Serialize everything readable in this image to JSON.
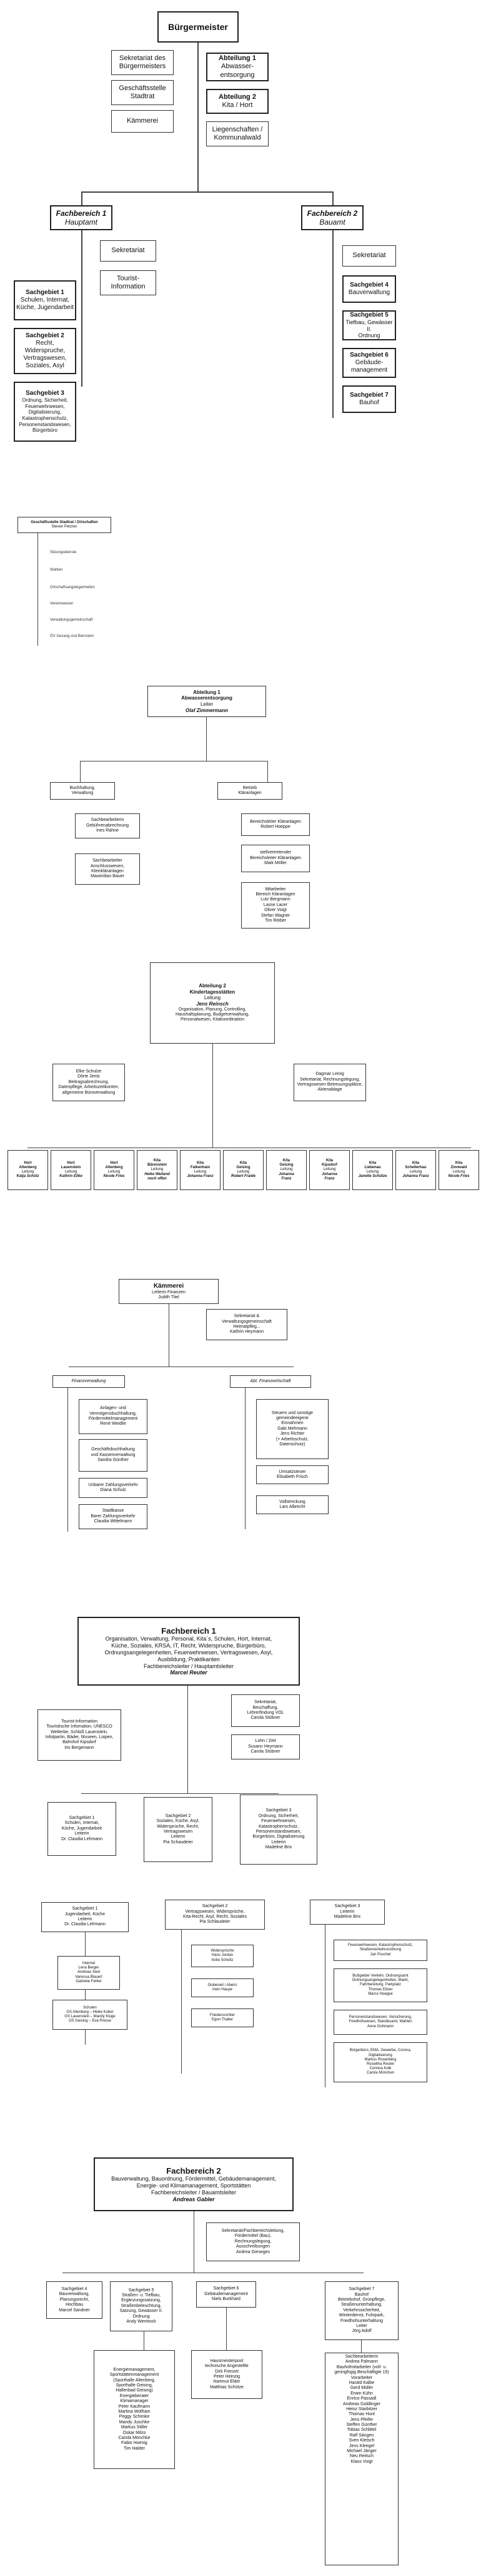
{
  "top": {
    "buergermeister": "Bürgermeister",
    "sekretariat": "Sekretariat des Bürgermeisters",
    "geschaeftsstelle": "Geschäftsstelle Stadtrat",
    "kaemmerei": "Kämmerei",
    "abt1_title": "Abteilung 1",
    "abt1_sub": "Abwasser-\nentsorgung",
    "abt2_title": "Abteilung 2",
    "abt2_sub": "Kita / Hort",
    "liegenschaften": "Liegenschaften / Kommunalwald",
    "fb1_title": "Fachbereich 1",
    "fb1_sub": "Hauptamt",
    "fb2_title": "Fachbereich 2",
    "fb2_sub": "Bauamt",
    "fb1_sekretariat": "Sekretariat",
    "fb1_touristinfo": "Tourist-\nInformation",
    "sg1_title": "Sachgebiet 1",
    "sg1_sub": "Schulen, Internat,\nKüche, Jugendarbeit",
    "sg2_title": "Sachgebiet 2",
    "sg2_sub": "Recht,\nWiderspruche,\nVertragswesen,\nSoziales, Asyl",
    "sg3_title": "Sachgebiet 3",
    "sg3_sub": "Ordnung, Sicherheit,\nFeuerwehrwesen,\nDigitalisierung,\nKatastrophenschutz,\nPersonenstandswesen,\nBürgerbüro",
    "fb2_sekretariat": "Sekretariat",
    "sg4_title": "Sachgebiet 4",
    "sg4_sub": "Bauverwaltung",
    "sg5_title": "Sachgebiet 5",
    "sg5_sub": "Tiefbau, Gewässer II.\nOrdnung",
    "sg6_title": "Sachgebiet 6",
    "sg6_sub": "Gebäude-\nmanagement",
    "sg7_title": "Sachgebiet 7",
    "sg7_sub": "Bauhof"
  },
  "council": {
    "box_title": "Geschäftsstelle Stadtrat / Ortschaften",
    "box_name": "Steven Petzner",
    "items": [
      "Sitzungsdienste",
      "Wahlen",
      "Ortschaftsangelegenheiten",
      "Vereinswesen",
      "Verwaltungsgemeinschaft",
      "ÖV Gesang und Bernstein"
    ]
  },
  "abt1": {
    "title": "Abteilung 1\nAbwasserentsorgung",
    "leader_label": "Leiter",
    "leader": "Olaf Zimmermann",
    "left_title": "Buchhaltung,\nVerwaltung",
    "left_1": "Sachbearbeiterin\nGebührenabrechnung\nInes Rahne",
    "left_2": "Sachbearbeiter\nAnschlusswesen,\nKleinkläranlagen\nMaximilian Bauer",
    "right_title": "Betrieb\nKläranlagen",
    "right_1": "Bereichsleiter Kläranlagen\nRobert Hoeppe",
    "right_2": "stellvertretender\nBereichsleiter Kläranlagen\nMaik Möller",
    "right_3": "Mitarbeiter\nBereich Kläranlagen\nLutz Bergmann\nLasse Lacer\nOliver Voigt\nStefan Wagner\nTim Reiber"
  },
  "abt2": {
    "title": "Abteilung 2\nKindertagesstätten",
    "leader_label": "Leitung",
    "leader": "Jens Reinsch",
    "tasks": "Organisation, Planung, Controlling,\nHaushaltsplanung, Budgetverwaltung,\nPersonalwesen, Kitakoordination",
    "left_box": "Elke Schulze\nDörte Jentz\nBeitragsabrechnung,\nDatenpflege, Arbeitszeitkonten,\nallgemeine Büroverwaltung",
    "right_box": "Dagmar Leinig\nSekretariat, Rechnungslegung,\nVertragswesen Betreuungsplätze,\nAktenablage",
    "units": [
      {
        "name": "Hort\nAltenberg",
        "role": "Leitung",
        "person": "Katja Schütz"
      },
      {
        "name": "Hort\nLauenstein",
        "role": "Leitung",
        "person": "Kathrin Eilke"
      },
      {
        "name": "Hort\nAltenberg",
        "role": "Leitung",
        "person": "Nicole Fries"
      },
      {
        "name": "Kita\nBärenstein",
        "role": "Leitung",
        "person": "Heike Weiland\nnoch offen"
      },
      {
        "name": "Kita\nFalkenhain",
        "role": "Leitung",
        "person": "Johanna Franz"
      },
      {
        "name": "Kita\nGeising",
        "role": "Leitung",
        "person": "Robert Fraide"
      },
      {
        "name": "Kita\nGeising",
        "role": "Leitung",
        "person": "Johanna\nFranz"
      },
      {
        "name": "Kita\nKipsdorf",
        "role": "Leitung",
        "person": "Johanna\nFranz"
      },
      {
        "name": "Kita\nLiebenau",
        "role": "Leitung",
        "person": "Janette Schütze"
      },
      {
        "name": "Kita\nSchellerhau",
        "role": "Leitung",
        "person": "Johanna Franz"
      },
      {
        "name": "Kita\nZinnwald",
        "role": "Leitung",
        "person": "Nicole Fries"
      }
    ]
  },
  "kaem": {
    "title": "Kämmerei",
    "leader": "Leiterin Finanzen\nJudith Titel",
    "sek": "Sekretariat &\nVerwaltungsgemeinschaft\nHeimatpfleg...\nKathrin Heymann",
    "left_title": "Finanzverwaltung",
    "left_items": [
      "Anlagen- und\nVermögensbuchhaltung,\nFördermittelmanagement\nRené Weidlie",
      "Geschäftsbuchhaltung\nund Kassenverwaltung\nSandra Günther",
      "Unbarer Zahlungsverkehr\nDiana Schulz",
      "Stadtkasse\nBarer Zahlungsverkehr\nClaudia Wittelmann"
    ],
    "right_title": "Abt. Finanzwirtschaft",
    "right_items": [
      "Steuern und sonstige\ngemeindeeigene\nEinnahmen\nGabi Mehmann\nJens Richter\n(+ Arbeitsschutz,\nDatenschutz)",
      "Umsatzsteuer\nElisabeth Frisch",
      "Vollstreckung\nLars Albrecht"
    ]
  },
  "fb1": {
    "title": "Fachbereich 1",
    "desc": "Organisation, Verwaltung, Personal, Kita´s, Schulen, Hort, Internat,\nKüche, Soziales, KRSA, IT, Recht, Widerspruche, Bürgerbüro,\nOrdnungsangelegenheiten, Feuerwehrwesen, Vertragswesen, Asyl,\nAusbildung, Praktikanten",
    "leader_label": "Fachbereichsleiter / Hauptamtsleiter",
    "leader": "Marcel Reuter",
    "tourist": "Tourist-Information\nTouristische Infomation, UNESCO\nWelterbe, Schloß Lauenstein,\nInfotpartin, Bäder, Museen, Loipen,\nBahnhof Kipsdorf\nIris Bergemann",
    "sek_box": "Sekretariat,\nBeschaffung,\nLehrerfindung VOL\nCarola Stübner",
    "lohn_box": "Lohn / Zeit\nSusann Heymann\nCarola Stübner",
    "sg1": "Sachgebiet 1\nSchulen, Internat,\nKüche, Jugendarbeit\nLeiterin\nDr. Claudia Lehmann",
    "sg2": "Sachgebiet 2\nSoziales, Küche, Asyl,\nWidersprüche, Recht,\nVertragswesen\nLeiterin\nPia Schaudeier",
    "sg3": "Sachgebiet 3\nOrdnung, Sicherheit,\nFeuerwehrwesen,\nKatastrophenschutz,\nPersonenstandswesen,\nBürgerbüro, Digitalisierung\nLeiterin\nMadeline Brix"
  },
  "sg_detail": {
    "sg1_head": "Sachgebiet 1\nJugendarbeit, Küche\nLeiterin\nDr. Claudia Lehmann",
    "sg1_a": "Internat\nLena Berger\nAndreas Seel\nVanessa Blauert\nGabriele Fehler",
    "sg1_b": "Schulen\nGS Altenberg – Heike Kober\nGS Lauenstein – Mandy Kluge\nOS Geising – Eva Presse",
    "sg2_head": "Sachgebiet 2\nVertragswesen, Widersprüche,\nKita-Recht, Asyl, Recht, Soziales\nPia Schlaudeier",
    "sg2_a": "Widersprüche\nHans Jordan\nIreke Scholtz",
    "sg2_b": "Globeneil / Abeirs\nIrwin Haupe",
    "sg2_c": "Friedensrichter\nEgon Thaller",
    "sg3_head": "Sachgebiet 3\nLeiterin\nMadeline Brix",
    "sg3_a": "Feuerwehrwesen, Katastrophenschutz,\nStraßenverkehrsordnung\nJan Poschel",
    "sg3_b": "Bußgelder Verkehr, Ordnungsamt\nOrdnungsangelegenheiten, Markt,\nFahrbereitung, Parkplatz\nThomas Eitner\nMarco Hoeppe",
    "sg3_c": "Personenstandswesen, Versicherung,\nFriedhofswesen, Standesamt, Wahlen\nAnne Gohmann",
    "sg3_d": "Bürgerbüro, EMA, Gewerbe, Corona,\nDigitalisierung\nMarkus Rosenberg\nRoswitha Reuter\nCorinna Kolb\nCarola München"
  },
  "fb2": {
    "title": "Fachbereich 2",
    "desc": "Bauverwaltung, Bauordnung, Fördermittel, Gebäudemanagement,\nEnergie- und Klimamanagement, Sportstätten\nFachbereichsleiter / Bauamtsleiter",
    "leader": "Andreas Gabler",
    "sek_box": "Sekretariat/Fachbereichsleitung,\nFördermittel (Bau),\nRechnungslegung,\nAusschreibungen\nAndrea Gieseges",
    "sg4": "Sachgebiet 4\nBauverwaltung,\nPlanungsrecht,\nHochbau\nMarcel Sandner",
    "sg5": "Sachgebiet 5\nStraßen- u. Tiefbau,\nErgänzungssatzung,\nStraßenbeleuchtung,\nSatzung, Gewässer II.\nOrdnung\nAndy Wentrock",
    "sg6": "Sachgebiet 6\nGebäudemanagement\nNiels Burkhard",
    "sg7": "Sachgebiet 7\nBauhof\nBetriebshof, Grünpflege,\nStraßenunterhaltung,\nVerkehrssicherheit,\nWinterdienst, Fuhrpark,\nFriedhofsunterhaltung\nLeiter\nJörg Adolf",
    "energie": "Energiemanagement,\nSportstättenmanagement\n(Sporthalle Altenberg,\nSporthalle Geising,\nHallenbad Geising)\nEnergieberater\nKlimamanager\nPeter Kaufmann\nMartina Wolfram\nPeggy Schimke\nMandy Juschke\nMarkus Stiller\nOskar Milzo\nCarola Mönchke\nFabio Hoenig\nTim Halder",
    "haus": "Hausmeisterpool\ntechnische Angestellte\nDirk Frenzel\nPeter Heinzig\nHartmut Elder\nMatthias Schütze",
    "bauhof": "Sachbearbeiterin\nAndrea Palmann\nBauhofmitarbeiter (voll- u.\ngeringfügig Beschäftigte 15)\nVorarbeiter\nHarald Kalbe\nGerd Müller\nErwin Kühn\nEnrico Passadl\nAndreas Goldlinger\nHeinz Starbitzer\nThomas Hunt\nJens Pfeifer\nSteffen Günther\nTobias Schlittel\nRalf Sängen\nSven Kletsch\nJens Kleegel\nMichael Jänger\nNeu Reitsch\nKlaus Voigt"
  }
}
